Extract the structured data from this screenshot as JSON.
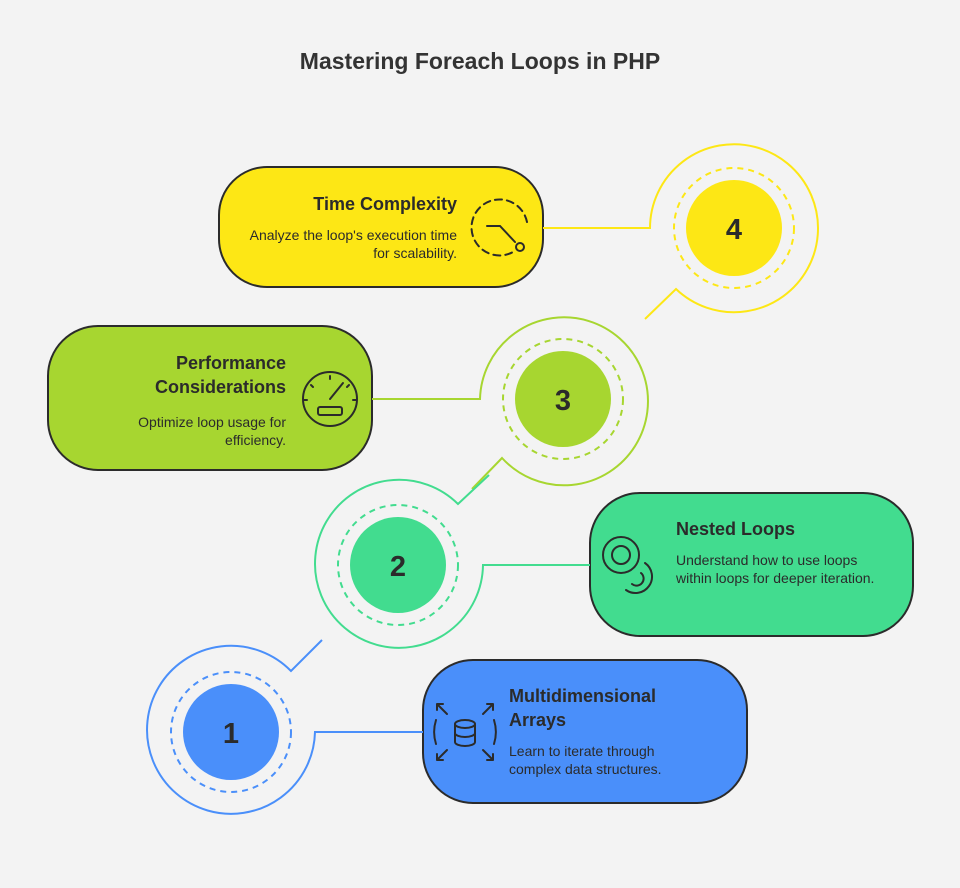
{
  "title": "Mastering Foreach Loops in PHP",
  "colors": {
    "yellow": "#fde715",
    "green_light": "#a7d630",
    "green": "#42dc8f",
    "blue": "#4a8ffa",
    "ink": "#2b2b2b",
    "background": "#f3f3f3"
  },
  "steps": [
    {
      "number": "1",
      "title": "Multidimensional Arrays",
      "description": "Learn to iterate through complex data structures.",
      "icon": "database-expand-icon",
      "color": "#4a8ffa"
    },
    {
      "number": "2",
      "title": "Nested Loops",
      "description": "Understand how to use loops within loops for deeper iteration.",
      "icon": "nested-circles-icon",
      "color": "#42dc8f"
    },
    {
      "number": "3",
      "title": "Performance Considerations",
      "description": "Optimize loop usage for efficiency.",
      "icon": "speedometer-icon",
      "color": "#a7d630"
    },
    {
      "number": "4",
      "title": "Time Complexity",
      "description": "Analyze the loop's execution time for scalability.",
      "icon": "timer-icon",
      "color": "#fde715"
    }
  ]
}
